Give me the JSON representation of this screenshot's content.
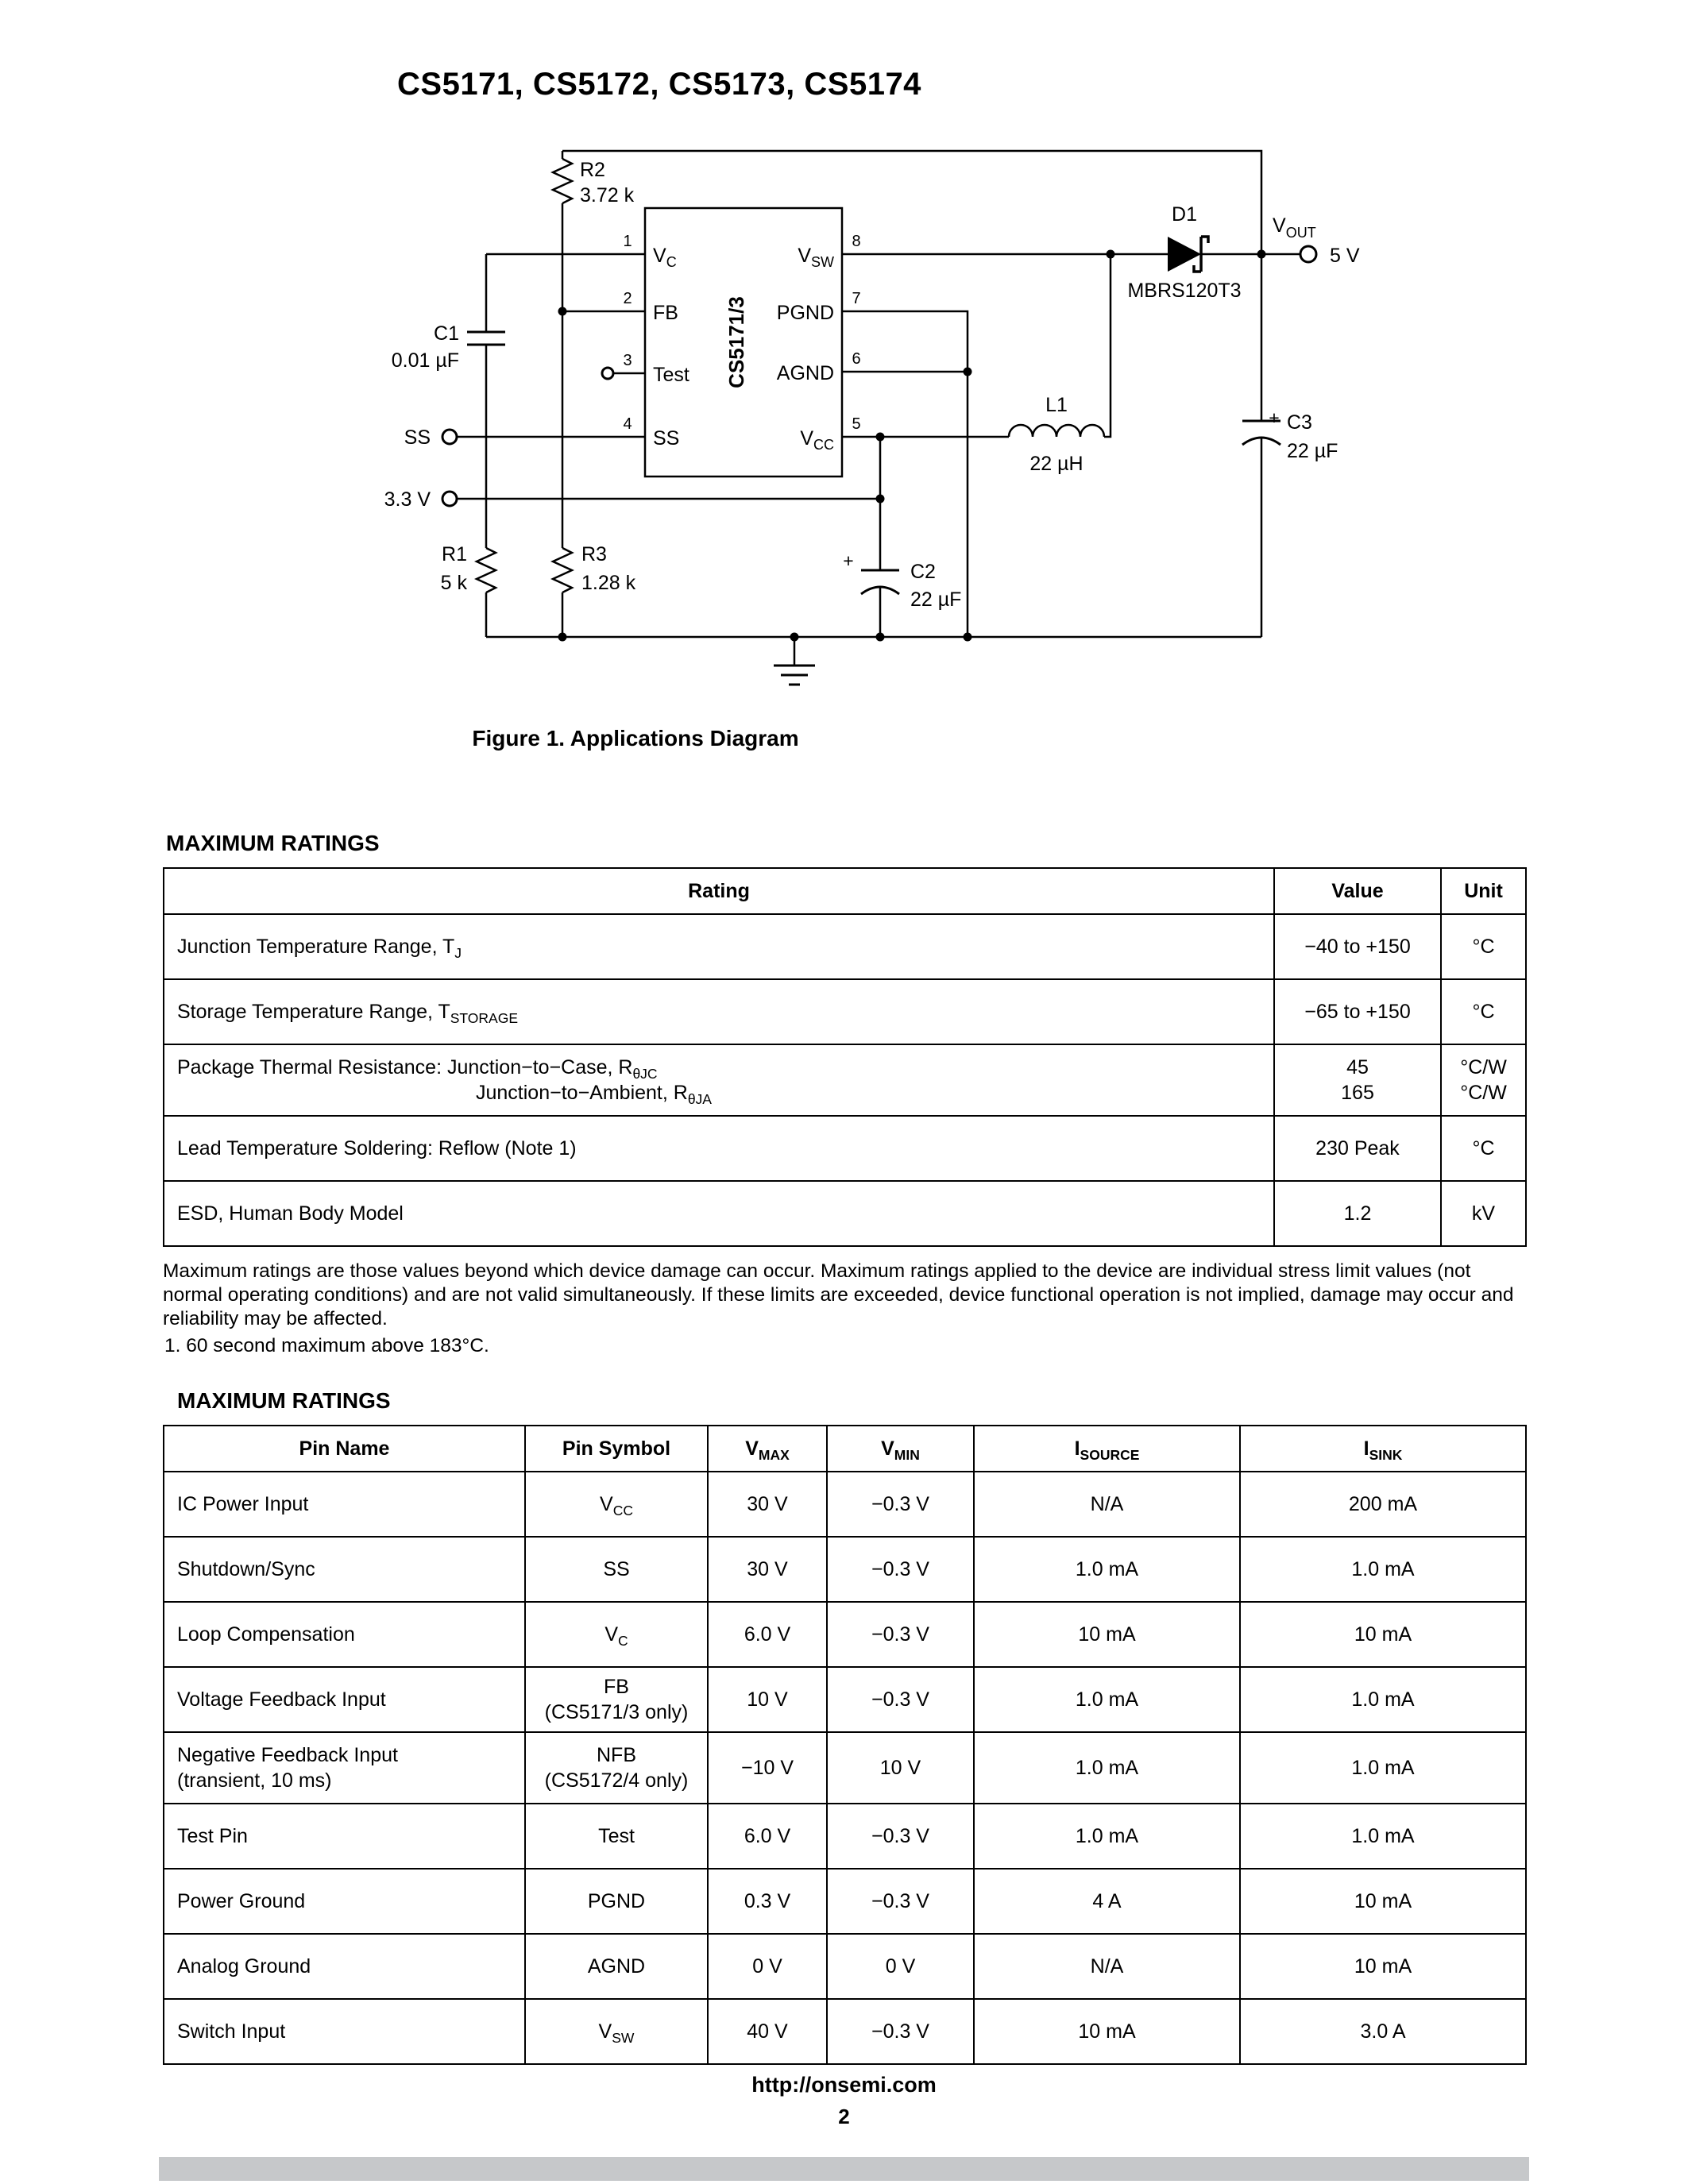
{
  "page": {
    "title": "CS5171, CS5172, CS5173, CS5174",
    "figure_caption": "Figure 1. Applications Diagram",
    "footer_url": "http://onsemi.com",
    "footer_page": "2"
  },
  "colors": {
    "bottom_bar": "#c6c8ca"
  },
  "schematic": {
    "ic": {
      "label": "CS5171/3",
      "pins_left": [
        {
          "num": "1",
          "base": "V",
          "sub": "C"
        },
        {
          "num": "2",
          "base": "FB",
          "sub": ""
        },
        {
          "num": "3",
          "base": "Test",
          "sub": ""
        },
        {
          "num": "4",
          "base": "SS",
          "sub": ""
        }
      ],
      "pins_right": [
        {
          "num": "8",
          "base": "V",
          "sub": "SW"
        },
        {
          "num": "7",
          "base": "PGND",
          "sub": ""
        },
        {
          "num": "6",
          "base": "AGND",
          "sub": ""
        },
        {
          "num": "5",
          "base": "V",
          "sub": "CC"
        }
      ]
    },
    "components": {
      "r1": {
        "name": "R1",
        "value": "5 k"
      },
      "r2": {
        "name": "R2",
        "value": "3.72 k"
      },
      "r3": {
        "name": "R3",
        "value": "1.28 k"
      },
      "c1": {
        "name": "C1",
        "value": "0.01 µF"
      },
      "c2": {
        "name": "C2",
        "value": "22 µF",
        "plus": "+"
      },
      "c3": {
        "name": "C3",
        "value": "22 µF",
        "plus": "+"
      },
      "l1": {
        "name": "L1",
        "value": "22 µH"
      },
      "d1": {
        "name": "D1",
        "part": "MBRS120T3"
      }
    },
    "terminals": {
      "ss": "SS",
      "vin": "3.3 V",
      "vout_base": "V",
      "vout_sub": "OUT",
      "vout_value": "5 V"
    }
  },
  "max_ratings_1": {
    "heading": "MAXIMUM RATINGS",
    "headers": {
      "rating": "Rating",
      "value": "Value",
      "unit": "Unit"
    },
    "rows": [
      {
        "rating_base": "Junction Temperature Range, T",
        "rating_sub": "J",
        "value": "−40 to +150",
        "unit": "°C"
      },
      {
        "rating_base": "Storage Temperature Range, T",
        "rating_sub": "STORAGE",
        "value": "−65 to +150",
        "unit": "°C"
      },
      {
        "line1_base": "Package Thermal Resistance: Junction−to−Case, R",
        "line1_sub": "θJC",
        "line2_base": "Junction−to−Ambient, R",
        "line2_sub": "θJA",
        "value1": "45",
        "value2": "165",
        "unit1": "°C/W",
        "unit2": "°C/W"
      },
      {
        "rating_base": "Lead Temperature Soldering: Reflow (Note 1)",
        "rating_sub": "",
        "value": "230 Peak",
        "unit": "°C"
      },
      {
        "rating_base": "ESD, Human Body Model",
        "rating_sub": "",
        "value": "1.2",
        "unit": "kV"
      }
    ],
    "footnote_para": "Maximum ratings are those values beyond which device damage can occur. Maximum ratings applied to the device are individual stress limit values (not normal operating conditions) and are not valid simultaneously. If these limits are exceeded, device functional operation is not implied, damage may occur and reliability may be affected.",
    "footnote_1": "1. 60 second maximum above 183°C."
  },
  "max_ratings_2": {
    "heading": "MAXIMUM RATINGS",
    "headers": [
      {
        "base": "Pin Name",
        "sub": ""
      },
      {
        "base": "Pin Symbol",
        "sub": ""
      },
      {
        "base": "V",
        "sub": "MAX"
      },
      {
        "base": "V",
        "sub": "MIN"
      },
      {
        "base": "I",
        "sub": "SOURCE"
      },
      {
        "base": "I",
        "sub": "SINK"
      }
    ],
    "rows": [
      {
        "name1": "IC Power Input",
        "name2": "",
        "sym_base": "V",
        "sym_sub": "CC",
        "sym2": "",
        "vmax": "30 V",
        "vmin": "−0.3 V",
        "isource": "N/A",
        "isink": "200 mA"
      },
      {
        "name1": "Shutdown/Sync",
        "name2": "",
        "sym_base": "SS",
        "sym_sub": "",
        "sym2": "",
        "vmax": "30 V",
        "vmin": "−0.3 V",
        "isource": "1.0 mA",
        "isink": "1.0 mA"
      },
      {
        "name1": "Loop Compensation",
        "name2": "",
        "sym_base": "V",
        "sym_sub": "C",
        "sym2": "",
        "vmax": "6.0 V",
        "vmin": "−0.3 V",
        "isource": "10 mA",
        "isink": "10 mA"
      },
      {
        "name1": "Voltage Feedback Input",
        "name2": "",
        "sym_base": "FB",
        "sym_sub": "",
        "sym2": "(CS5171/3 only)",
        "vmax": "10 V",
        "vmin": "−0.3 V",
        "isource": "1.0 mA",
        "isink": "1.0 mA"
      },
      {
        "name1": "Negative Feedback Input",
        "name2": "(transient, 10 ms)",
        "sym_base": "NFB",
        "sym_sub": "",
        "sym2": "(CS5172/4 only)",
        "vmax": "−10 V",
        "vmin": "10 V",
        "isource": "1.0 mA",
        "isink": "1.0 mA"
      },
      {
        "name1": "Test Pin",
        "name2": "",
        "sym_base": "Test",
        "sym_sub": "",
        "sym2": "",
        "vmax": "6.0 V",
        "vmin": "−0.3 V",
        "isource": "1.0 mA",
        "isink": "1.0 mA"
      },
      {
        "name1": "Power Ground",
        "name2": "",
        "sym_base": "PGND",
        "sym_sub": "",
        "sym2": "",
        "vmax": "0.3 V",
        "vmin": "−0.3 V",
        "isource": "4 A",
        "isink": "10 mA"
      },
      {
        "name1": "Analog Ground",
        "name2": "",
        "sym_base": "AGND",
        "sym_sub": "",
        "sym2": "",
        "vmax": "0 V",
        "vmin": "0 V",
        "isource": "N/A",
        "isink": "10 mA"
      },
      {
        "name1": "Switch Input",
        "name2": "",
        "sym_base": "V",
        "sym_sub": "SW",
        "sym2": "",
        "vmax": "40 V",
        "vmin": "−0.3 V",
        "isource": "10 mA",
        "isink": "3.0 A"
      }
    ]
  }
}
